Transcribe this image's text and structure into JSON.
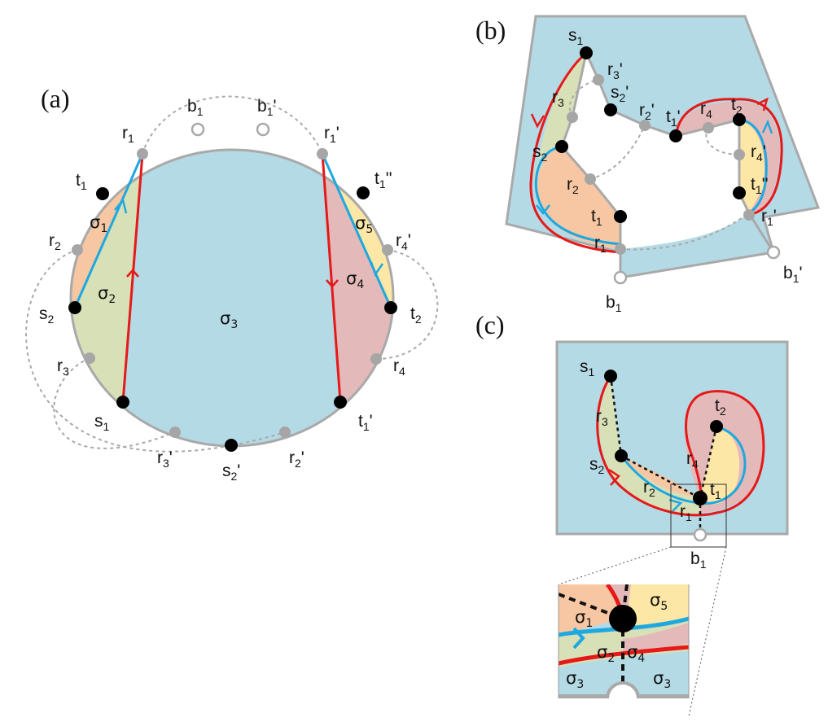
{
  "panels": {
    "a": "(a)",
    "b": "(b)",
    "c": "(c)"
  },
  "labels": {
    "r": "r",
    "s": "s",
    "t": "t",
    "b": "b",
    "sigma": "σ",
    "n1": "1",
    "n2": "2",
    "n3": "3",
    "n4": "4",
    "n5": "5",
    "p": "'",
    "pp": "''"
  },
  "colors": {
    "blue_region": "#b4dae6",
    "orange_region": "#f6c7a2",
    "green_region": "#d8e0b7",
    "pink_region": "#e3b9b9",
    "yellow_region": "#fde7a6",
    "boundary": "#a9a9a9",
    "red_curve": "#e61919",
    "blue_curve": "#1ea8e0",
    "gray_point": "#a6a6a6",
    "black_point": "#000000"
  }
}
